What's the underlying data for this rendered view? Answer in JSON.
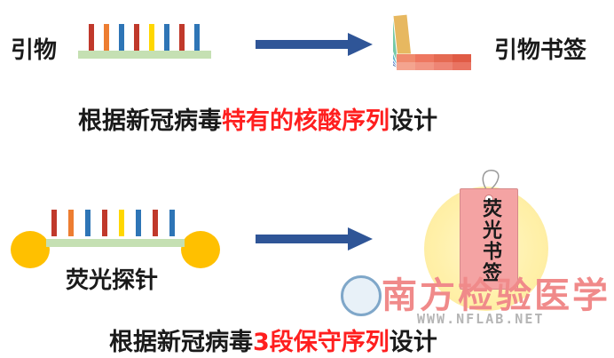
{
  "top_row": {
    "primer_label": "引物",
    "library_label": "引物书签",
    "bar_colors": [
      "#c0392b",
      "#ed7d31",
      "#2e75b6",
      "#c0392b",
      "#ffd700",
      "#2e75b6",
      "#c0392b",
      "#2e75b6"
    ],
    "base_color": "#c5e0b3"
  },
  "sentence1": {
    "prefix": "根据新冠病毒",
    "highlight": "特有的核酸序列",
    "suffix": "设计"
  },
  "bottom_row": {
    "probe_label": "荧光探针",
    "tag_label": "荧光书签",
    "bar_colors": [
      "#c0392b",
      "#ed7d31",
      "#2e75b6",
      "#c0392b",
      "#ffd700",
      "#2e75b6",
      "#c0392b",
      "#2e75b6"
    ],
    "ball_color": "#ffc000"
  },
  "sentence2": {
    "prefix": "根据新冠病毒",
    "highlight": "3段保守序列",
    "suffix": "设计"
  },
  "watermark": {
    "name": "南方检验医学",
    "url": "WWW.NFLAB.NET"
  },
  "colors": {
    "arrow": "#2f5597",
    "highlight": "#ff1f1f",
    "tag_fill": "#f4a3a3",
    "glow": "#fff2b0"
  }
}
